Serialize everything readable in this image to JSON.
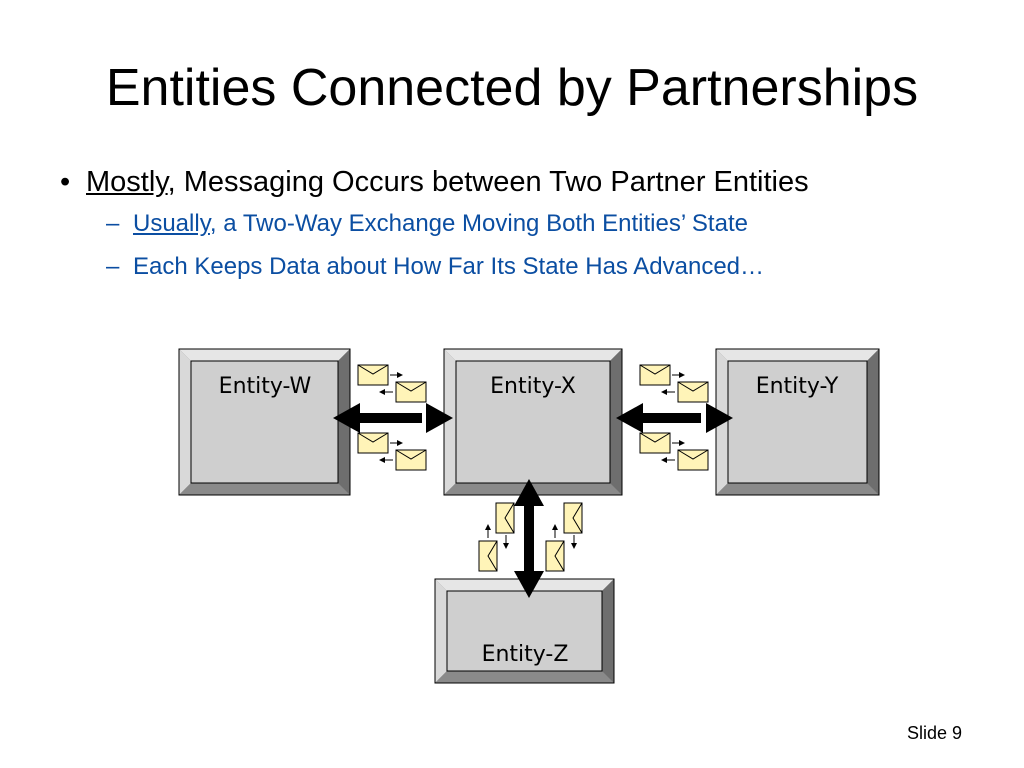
{
  "slide": {
    "title": "Entities Connected by Partnerships",
    "bullets": [
      {
        "marker": "•",
        "emphasis": "Mostly",
        "text": ", Messaging Occurs between Two Partner Entities",
        "sub": [
          {
            "marker": "–",
            "emphasis": "Usually",
            "text": ", a Two-Way Exchange Moving Both Entities’ State"
          },
          {
            "marker": "–",
            "emphasis": "",
            "text": "Each Keeps Data about How Far Its State Has Advanced…"
          }
        ]
      }
    ],
    "slide_number": "Slide 9"
  },
  "diagram": {
    "entities": {
      "w": "Entity-W",
      "x": "Entity-X",
      "y": "Entity-Y",
      "z": "Entity-Z"
    },
    "connections": [
      "Entity-W ↔ Entity-X",
      "Entity-X ↔ Entity-Y",
      "Entity-X ↔ Entity-Z"
    ]
  },
  "colors": {
    "title": "#000000",
    "sub_bullet": "#0b4ea2",
    "box_face": "#cfcfcf",
    "box_bevel_light": "#e6e6e6",
    "box_bevel_dark": "#6e6e6e",
    "envelope": "#fff4b8",
    "arrow": "#000000"
  }
}
